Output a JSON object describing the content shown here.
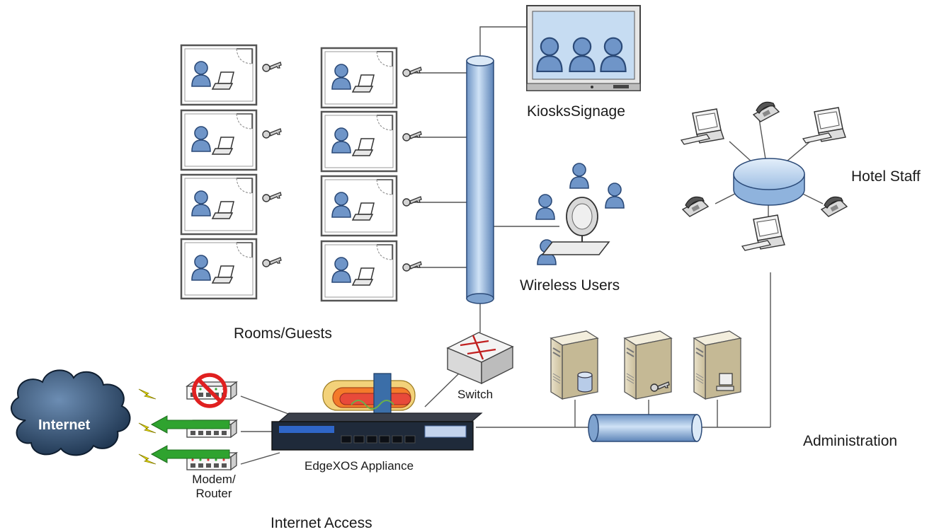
{
  "labels": {
    "rooms_guests": "Rooms/Guests",
    "kiosks_signage": "KiosksSignage",
    "wireless_users": "Wireless Users",
    "hotel_staff": "Hotel Staff",
    "administration": "Administration",
    "switch": "Switch",
    "internet": "Internet",
    "appliance": "EdgeXOS Appliance",
    "modem_router_line1": "Modem/",
    "modem_router_line2": "Router",
    "internet_access": "Internet Access"
  },
  "colors": {
    "person_blue": "#6f95c8",
    "pipe_blue": "#9ec0e4",
    "cloud_dark": "#2a4766",
    "green_arrow": "#2fa32f",
    "lightning_yellow": "#f2e600",
    "no_sign_red": "#e02020"
  }
}
